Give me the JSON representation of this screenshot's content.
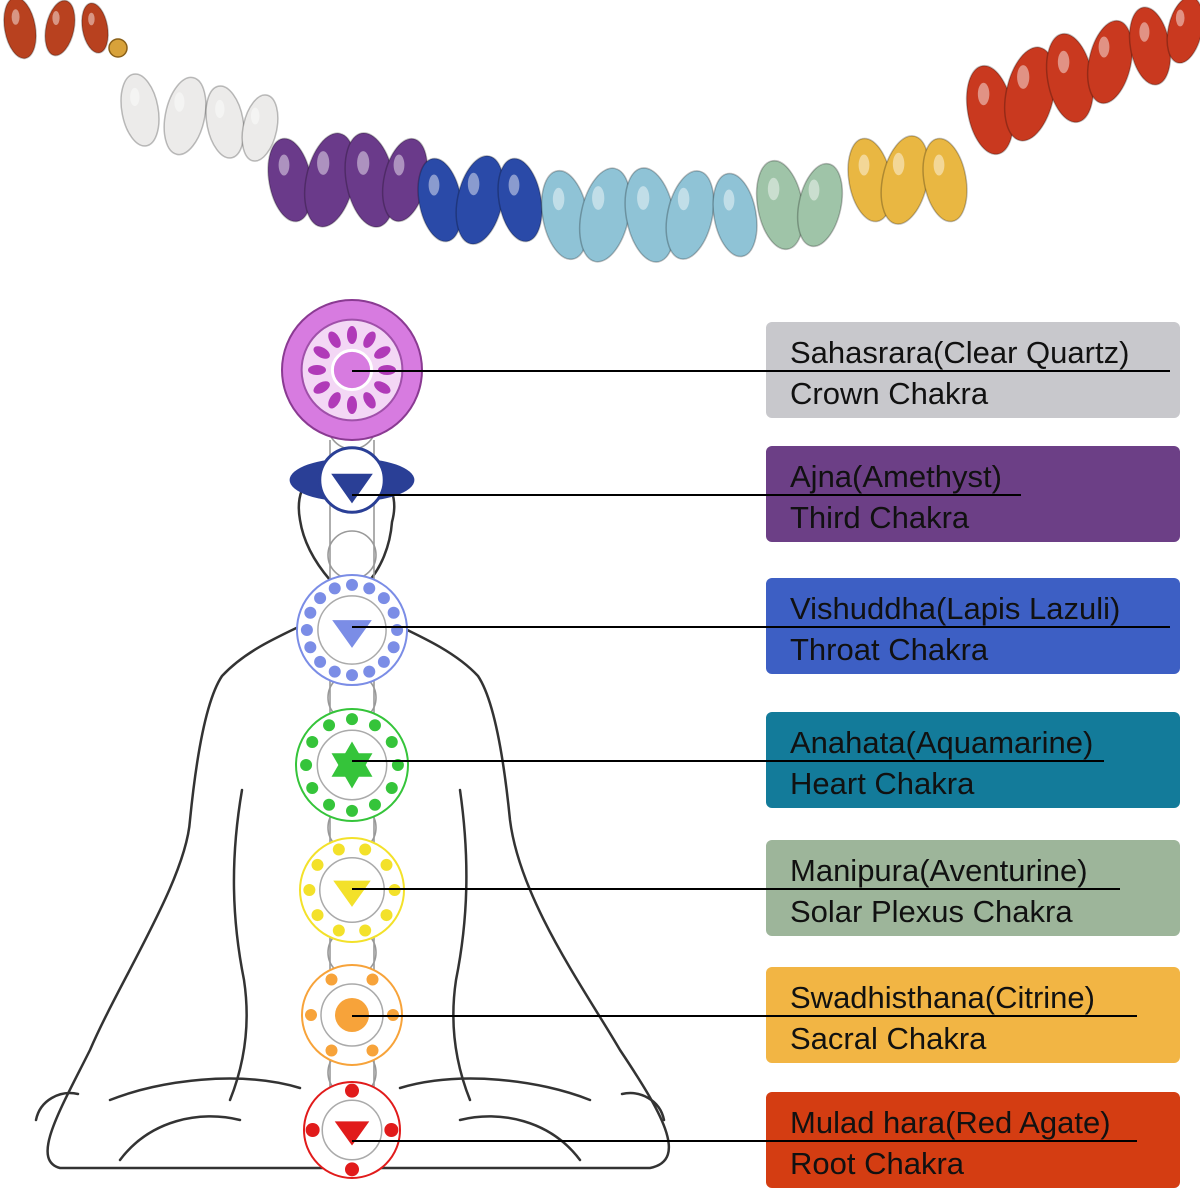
{
  "figure": {
    "beads": [
      {
        "name": "red-agate",
        "color": "#b8411f"
      },
      {
        "name": "clear-quartz",
        "color": "#ecebea"
      },
      {
        "name": "amethyst",
        "color": "#6a3a8a"
      },
      {
        "name": "lapis-lazuli",
        "color": "#2a4aa8"
      },
      {
        "name": "aquamarine",
        "color": "#8fc3d6"
      },
      {
        "name": "aventurine",
        "color": "#9fc4a8"
      },
      {
        "name": "citrine",
        "color": "#e9b742"
      },
      {
        "name": "red-agate",
        "color": "#c9391f"
      }
    ]
  },
  "chakras": [
    {
      "id": "sahasrara",
      "name": "Sahasrara(Clear Quartz)",
      "type": "Crown Chakra",
      "box_color": "#c8c8cc",
      "symbol_color": "#d77be0"
    },
    {
      "id": "ajna",
      "name": "Ajna(Amethyst)",
      "type": "Third Chakra",
      "box_color": "#6c3f86",
      "symbol_color": "#2a3f96"
    },
    {
      "id": "vishuddha",
      "name": "Vishuddha(Lapis Lazuli)",
      "type": "Throat Chakra",
      "box_color": "#3d5fc4",
      "symbol_color": "#7b8de6"
    },
    {
      "id": "anahata",
      "name": "Anahata(Aquamarine)",
      "type": "Heart Chakra",
      "box_color": "#137b9a",
      "symbol_color": "#35c43a"
    },
    {
      "id": "manipura",
      "name": "Manipura(Aventurine)",
      "type": "Solar Plexus Chakra",
      "box_color": "#9db59a",
      "symbol_color": "#f3e12a"
    },
    {
      "id": "swadhisthana",
      "name": "Swadhisthana(Citrine)",
      "type": "Sacral Chakra",
      "box_color": "#f2b544",
      "symbol_color": "#f7a33a"
    },
    {
      "id": "muladhara",
      "name": "Mulad hara(Red Agate)",
      "type": "Root Chakra",
      "box_color": "#d43d12",
      "symbol_color": "#e11b1b"
    }
  ]
}
